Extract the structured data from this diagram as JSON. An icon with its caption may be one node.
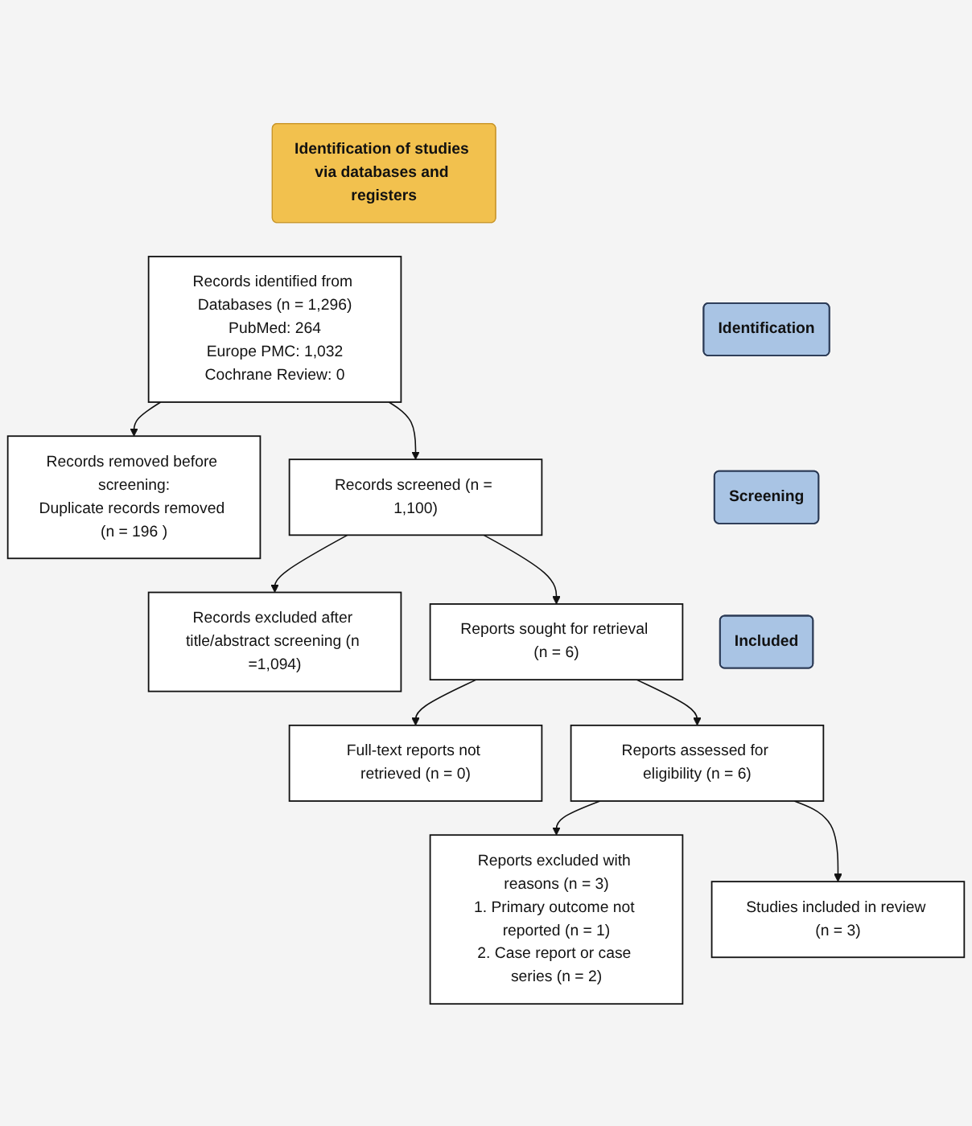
{
  "diagram": {
    "nodes": [
      {
        "text": [
          "Identification of studies via databases and registers"
        ]
      },
      {
        "text": [
          "Identification"
        ]
      },
      {
        "text": [
          "Records identified from Databases (n = 1,296)",
          "PubMed: 264",
          "Europe PMC: 1,032",
          "Cochrane Review: 0"
        ]
      },
      {
        "text": [
          "Records removed before screening:",
          "Duplicate records removed (n = 196 )"
        ]
      },
      {
        "text": [
          "Screening"
        ]
      },
      {
        "text": [
          "Records screened (n = 1,100)"
        ]
      },
      {
        "text": [
          "Records excluded after title/abstract screening (n =1,094)"
        ]
      },
      {
        "text": [
          "Reports sought for retrieval (n = 6)"
        ]
      },
      {
        "text": [
          "Full-text reports not retrieved (n = 0)"
        ]
      },
      {
        "text": [
          "Reports assessed for eligibility (n = 6)"
        ]
      },
      {
        "text": [
          "Reports excluded with reasons (n = 3)",
          "1. Primary outcome not reported (n = 1)",
          "2. Case report or case series (n = 2)"
        ]
      },
      {
        "text": [
          "Included"
        ]
      },
      {
        "text": [
          "Studies included in review (n = 3)"
        ]
      }
    ],
    "edges": [
      {
        "from": 2,
        "to": 3,
        "arrow": "to"
      },
      {
        "from": 2,
        "to": 5,
        "arrow": "to"
      },
      {
        "from": 5,
        "to": 6,
        "arrow": "to"
      },
      {
        "from": 5,
        "to": 7,
        "arrow": "to"
      },
      {
        "from": 7,
        "to": 8,
        "arrow": "to"
      },
      {
        "from": 7,
        "to": 9,
        "arrow": "to"
      },
      {
        "from": 9,
        "to": 10,
        "arrow": "to"
      },
      {
        "from": 9,
        "to": 12,
        "arrow": "to"
      }
    ]
  }
}
